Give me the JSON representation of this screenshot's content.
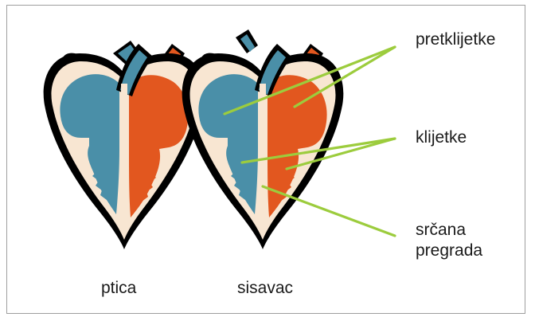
{
  "labels": {
    "atria": "pretklijetke",
    "ventricles": "klijetke",
    "septum_line1": "srčana",
    "septum_line2": "pregrada"
  },
  "captions": {
    "bird": "ptica",
    "mammal": "sisavac"
  },
  "colors": {
    "outline": "#000000",
    "wall": "#f8e6d2",
    "deoxygenated": "#4a8fa8",
    "oxygenated": "#e2571f",
    "pointer": "#9ccc3d"
  }
}
